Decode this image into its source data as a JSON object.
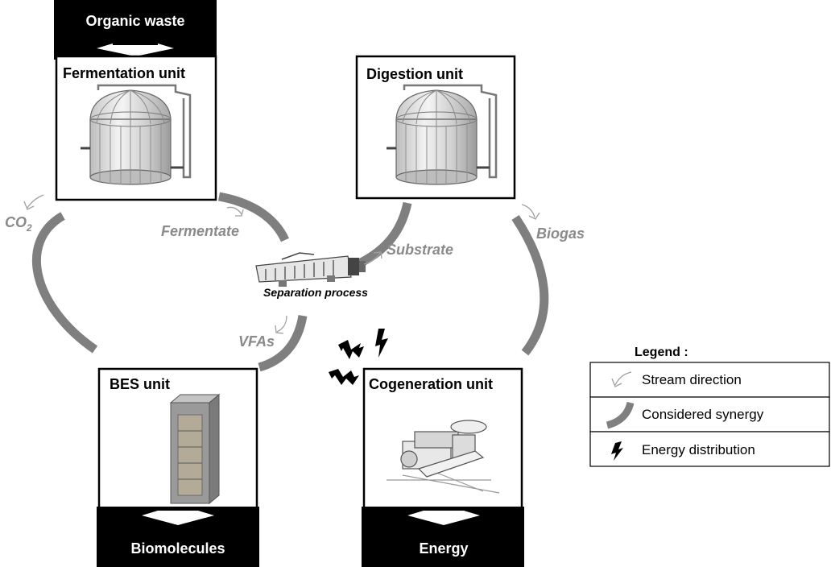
{
  "units": {
    "fermentation": {
      "title": "Fermentation unit",
      "top_band": "Organic waste"
    },
    "digestion": {
      "title": "Digestion unit"
    },
    "bes": {
      "title": "BES unit",
      "bottom_band": "Biomolecules"
    },
    "cogeneration": {
      "title": "Cogeneration unit",
      "bottom_band": "Energy"
    }
  },
  "separation": {
    "label": "Separation process"
  },
  "streams": {
    "co2": "CO",
    "co2_subscript": "2",
    "fermentate": "Fermentate",
    "substrate": "Substrate",
    "biogas": "Biogas",
    "vfas": "VFAs"
  },
  "legend": {
    "title": "Legend :",
    "items": [
      {
        "icon": "stream-direction-arrow-icon",
        "label": "Stream direction"
      },
      {
        "icon": "synergy-band-icon",
        "label": "Considered synergy"
      },
      {
        "icon": "lightning-bolt-icon",
        "label": "Energy distribution"
      }
    ]
  },
  "colors": {
    "synergy": "#7f7f7f",
    "stream_text": "#8a8a8a",
    "band": "#000000"
  }
}
